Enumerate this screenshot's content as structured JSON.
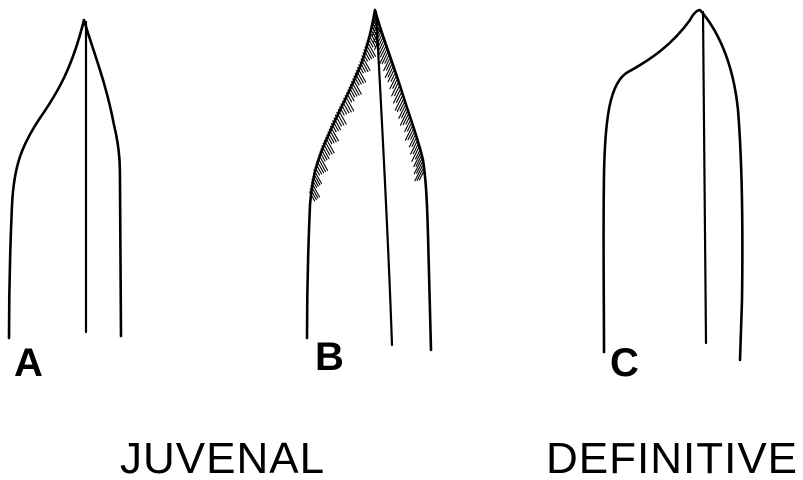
{
  "figure": {
    "panels": [
      {
        "id": "a",
        "label": "A",
        "icon": "pointed-feather-tip-icon"
      },
      {
        "id": "b",
        "label": "B",
        "icon": "worn-frayed-feather-tip-icon"
      },
      {
        "id": "c",
        "label": "C",
        "icon": "rounded-feather-tip-icon"
      }
    ],
    "captions": {
      "juvenal": "JUVENAL",
      "definitive": "DEFINITIVE"
    }
  }
}
